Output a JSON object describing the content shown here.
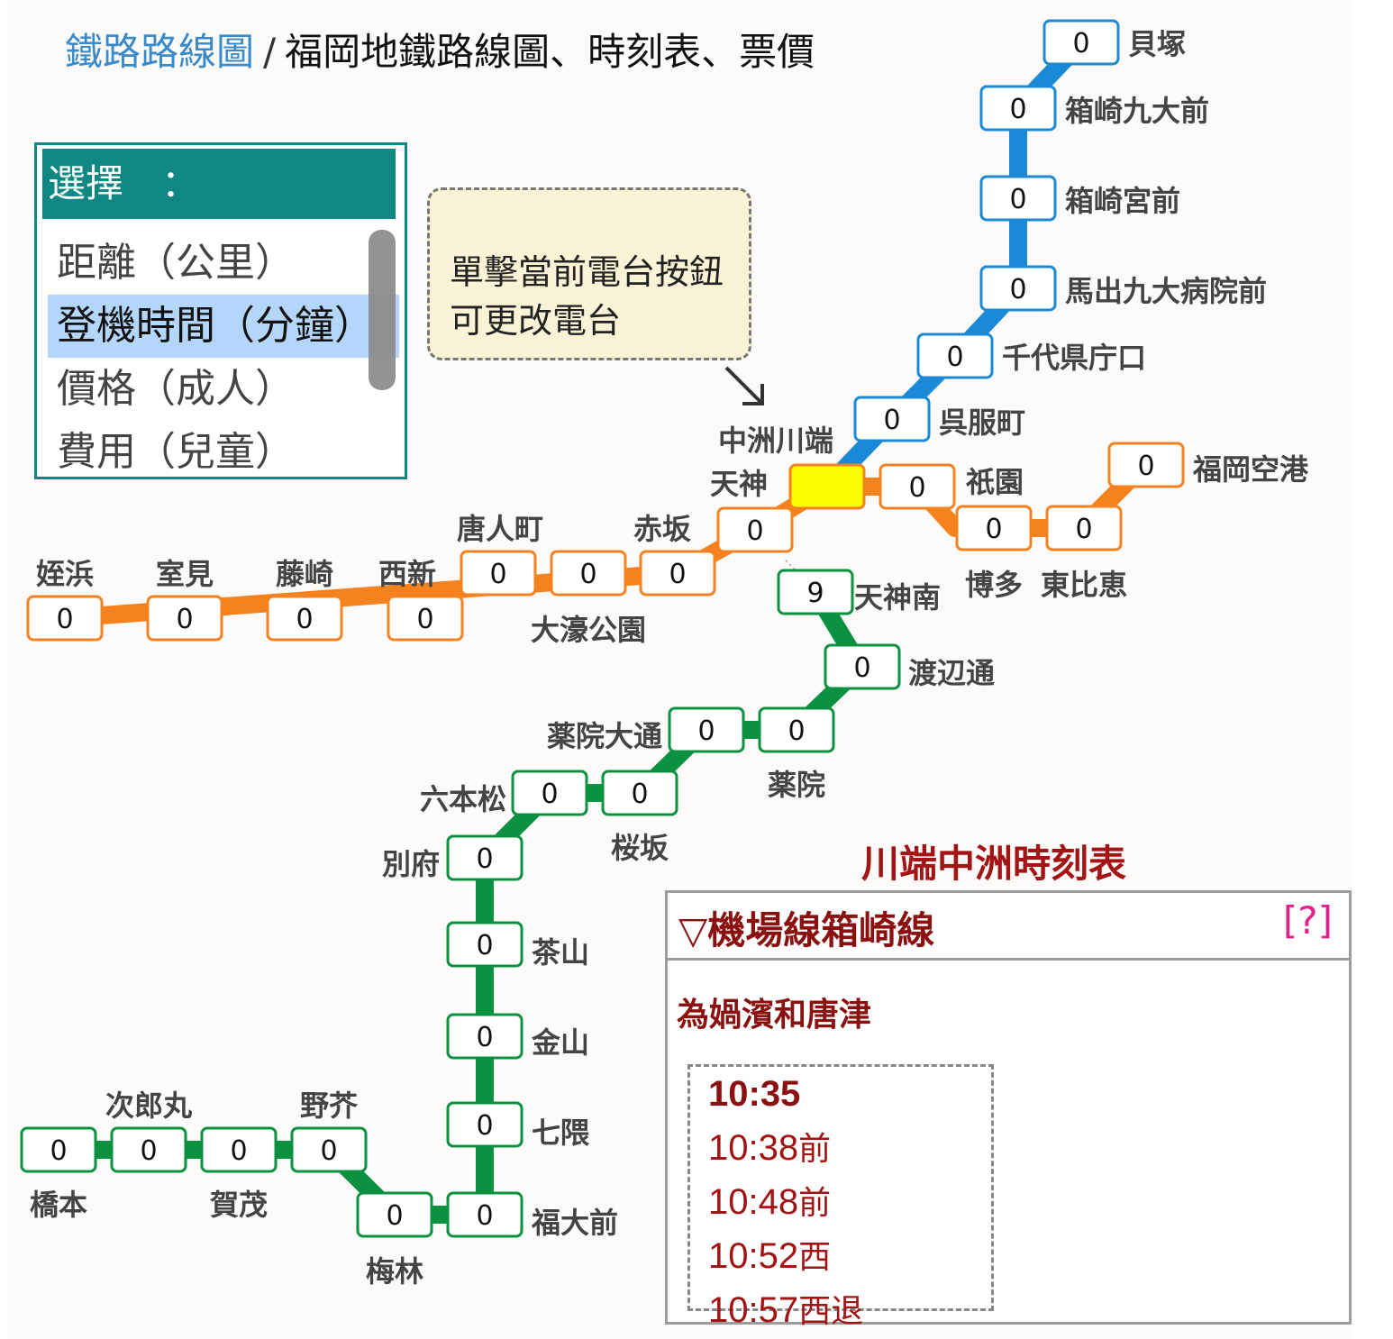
{
  "breadcrumb": {
    "link": "鐵路路線圖",
    "separator": "/",
    "current": "福岡地鐵路線圖、時刻表、票價"
  },
  "select_panel": {
    "header": "選擇　：",
    "options": [
      "距離（公里）",
      "登機時間（分鐘）",
      "價格（成人）",
      "費用（兒童）"
    ],
    "selected_index": 1
  },
  "hint": {
    "line1": "單擊當前電台按鈕",
    "line2": "可更改電台"
  },
  "colors": {
    "airport_line": "#f5811f",
    "hakozaki_line": "#1a8ad6",
    "nanakuma_line": "#0c9141",
    "current_station": "#ffff00",
    "panel_teal": "#0f8782"
  },
  "stations": {
    "kaizuka": {
      "value": "0",
      "name": "貝塚"
    },
    "hakozaki_kyudai": {
      "value": "0",
      "name": "箱崎九大前"
    },
    "hakozaki_miyamae": {
      "value": "0",
      "name": "箱崎宮前"
    },
    "maidashi": {
      "value": "0",
      "name": "馬出九大病院前"
    },
    "chiyo": {
      "value": "0",
      "name": "千代県庁口"
    },
    "gofukumachi": {
      "value": "0",
      "name": "呉服町"
    },
    "nakasu": {
      "value": "",
      "name": "中洲川端"
    },
    "tenjin": {
      "value": "0",
      "name": "天神"
    },
    "gion": {
      "value": "0",
      "name": "祇園"
    },
    "hakata": {
      "value": "0",
      "name": "博多"
    },
    "higashihie": {
      "value": "0",
      "name": "東比恵"
    },
    "airport": {
      "value": "0",
      "name": "福岡空港"
    },
    "akasaka": {
      "value": "0",
      "name": "赤坂"
    },
    "ohori": {
      "value": "0",
      "name": "大濠公園"
    },
    "tojinmachi": {
      "value": "0",
      "name": "唐人町"
    },
    "nishijin": {
      "value": "0",
      "name": "西新"
    },
    "fujisaki": {
      "value": "0",
      "name": "藤崎"
    },
    "muromi": {
      "value": "0",
      "name": "室見"
    },
    "meinohama": {
      "value": "0",
      "name": "姪浜"
    },
    "tenjin_minami": {
      "value": "9",
      "name": "天神南"
    },
    "watanabe": {
      "value": "0",
      "name": "渡辺通"
    },
    "yakuin": {
      "value": "0",
      "name": "薬院"
    },
    "yakuin_odori": {
      "value": "0",
      "name": "薬院大通"
    },
    "sakurazaka": {
      "value": "0",
      "name": "桜坂"
    },
    "ropponmatsu": {
      "value": "0",
      "name": "六本松"
    },
    "beppu": {
      "value": "0",
      "name": "別府"
    },
    "chayama": {
      "value": "0",
      "name": "茶山"
    },
    "kanayama": {
      "value": "0",
      "name": "金山"
    },
    "nanakuma": {
      "value": "0",
      "name": "七隈"
    },
    "fukudaimae": {
      "value": "0",
      "name": "福大前"
    },
    "umebayashi": {
      "value": "0",
      "name": "梅林"
    },
    "noke": {
      "value": "0",
      "name": "野芥"
    },
    "kamo": {
      "value": "0",
      "name": "賀茂"
    },
    "jirozaemaru": {
      "value": "0",
      "name": "次郎丸"
    },
    "hashimoto": {
      "value": "0",
      "name": "橋本"
    }
  },
  "timetable": {
    "title": "川端中洲時刻表",
    "line_label": "▽機場線箱崎線",
    "help": "[?]",
    "direction": "為媧濱和唐津",
    "times": [
      {
        "time": "10:35",
        "suffix": ""
      },
      {
        "time": "10:38",
        "suffix": "前"
      },
      {
        "time": "10:48",
        "suffix": "前"
      },
      {
        "time": "10:52",
        "suffix": "西"
      },
      {
        "time": "10:57",
        "suffix": "西退"
      }
    ]
  }
}
